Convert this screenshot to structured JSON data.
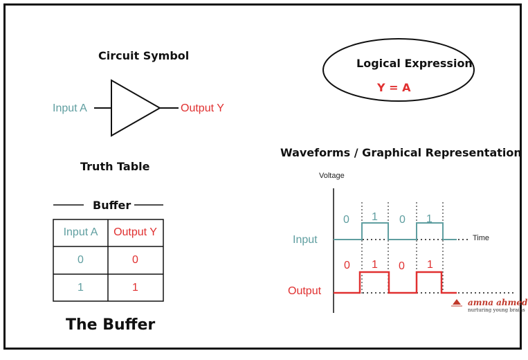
{
  "symbol": {
    "heading": "Circuit Symbol",
    "input_label": "Input A",
    "output_label": "Output Y"
  },
  "expression": {
    "heading": "Logical Expression",
    "formula": "Y = A"
  },
  "truth_table": {
    "heading": "Truth Table",
    "caption": "Buffer",
    "columns": [
      "Input A",
      "Output Y"
    ],
    "rows": [
      [
        "0",
        "0"
      ],
      [
        "1",
        "1"
      ]
    ]
  },
  "title": "The Buffer",
  "waveforms": {
    "heading": "Waveforms / Graphical Representation",
    "y_axis_label": "Voltage",
    "time_label": "Time",
    "input_label": "Input",
    "output_label": "Output",
    "input_levels": [
      "0",
      "1",
      "0",
      "1"
    ],
    "output_levels": [
      "0",
      "1",
      "0",
      "1"
    ]
  },
  "logo": {
    "name": "amna ahmed",
    "tagline": "nurturing young brains"
  },
  "colors": {
    "input": "#5f9ea0",
    "output": "#e03030"
  }
}
